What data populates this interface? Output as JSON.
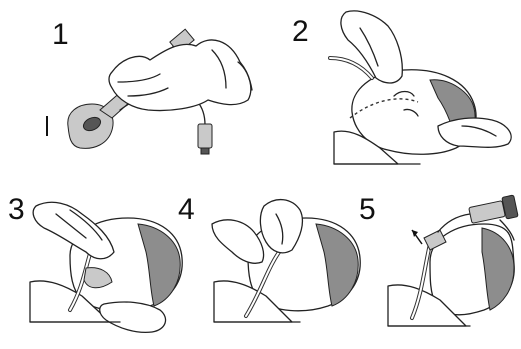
{
  "steps": [
    {
      "number": "1"
    },
    {
      "number": "2"
    },
    {
      "number": "3"
    },
    {
      "number": "4"
    },
    {
      "number": "5"
    }
  ]
}
